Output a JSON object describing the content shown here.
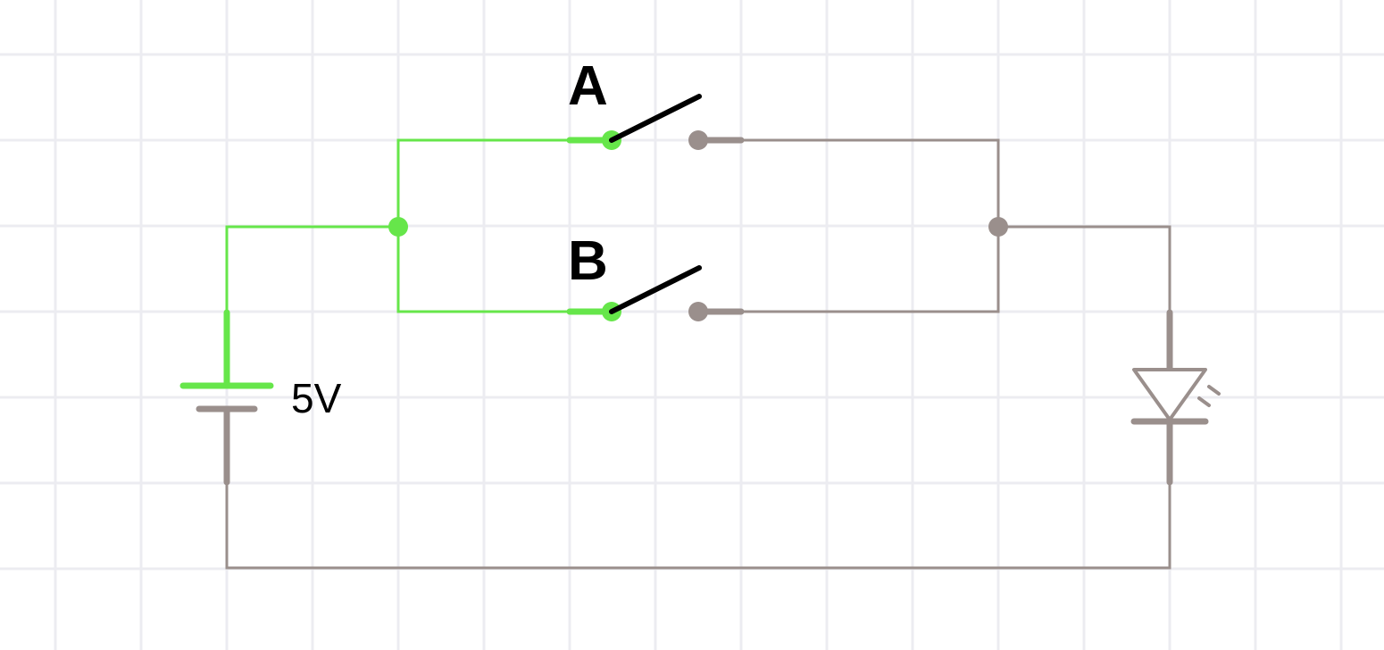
{
  "diagram": {
    "switch_a_label": "A",
    "switch_b_label": "B",
    "battery_voltage": "5V",
    "switch_a_state": "open",
    "switch_b_state": "open",
    "led_state": "off"
  },
  "colors": {
    "background": "#ffffff",
    "grid": "#ececf1",
    "energized_wire": "#66e64a",
    "inactive_wire": "#9a8f8c",
    "switch_lever": "#000000"
  }
}
